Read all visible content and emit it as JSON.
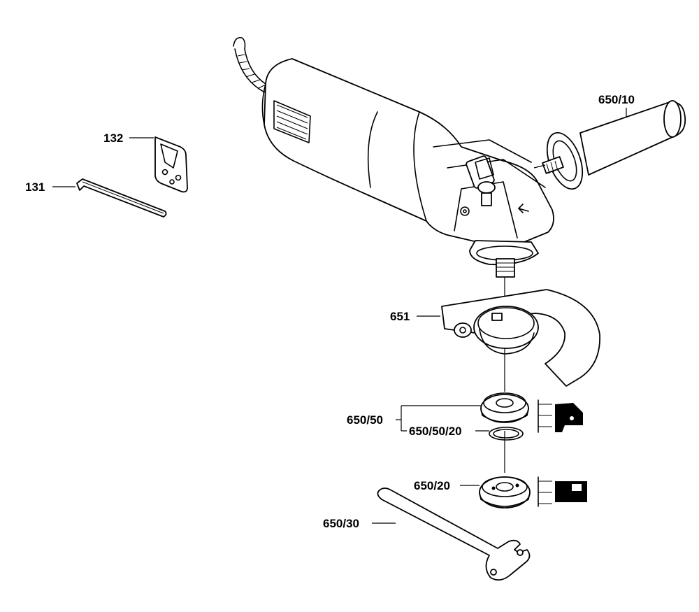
{
  "parts": {
    "p132": "132",
    "p131": "131",
    "p650_10": "650/10",
    "p651": "651",
    "p650_50": "650/50",
    "p650_50_20": "650/50/20",
    "p650_20": "650/20",
    "p650_30": "650/30"
  },
  "colors": {
    "line": "#000000",
    "background": "#ffffff"
  }
}
